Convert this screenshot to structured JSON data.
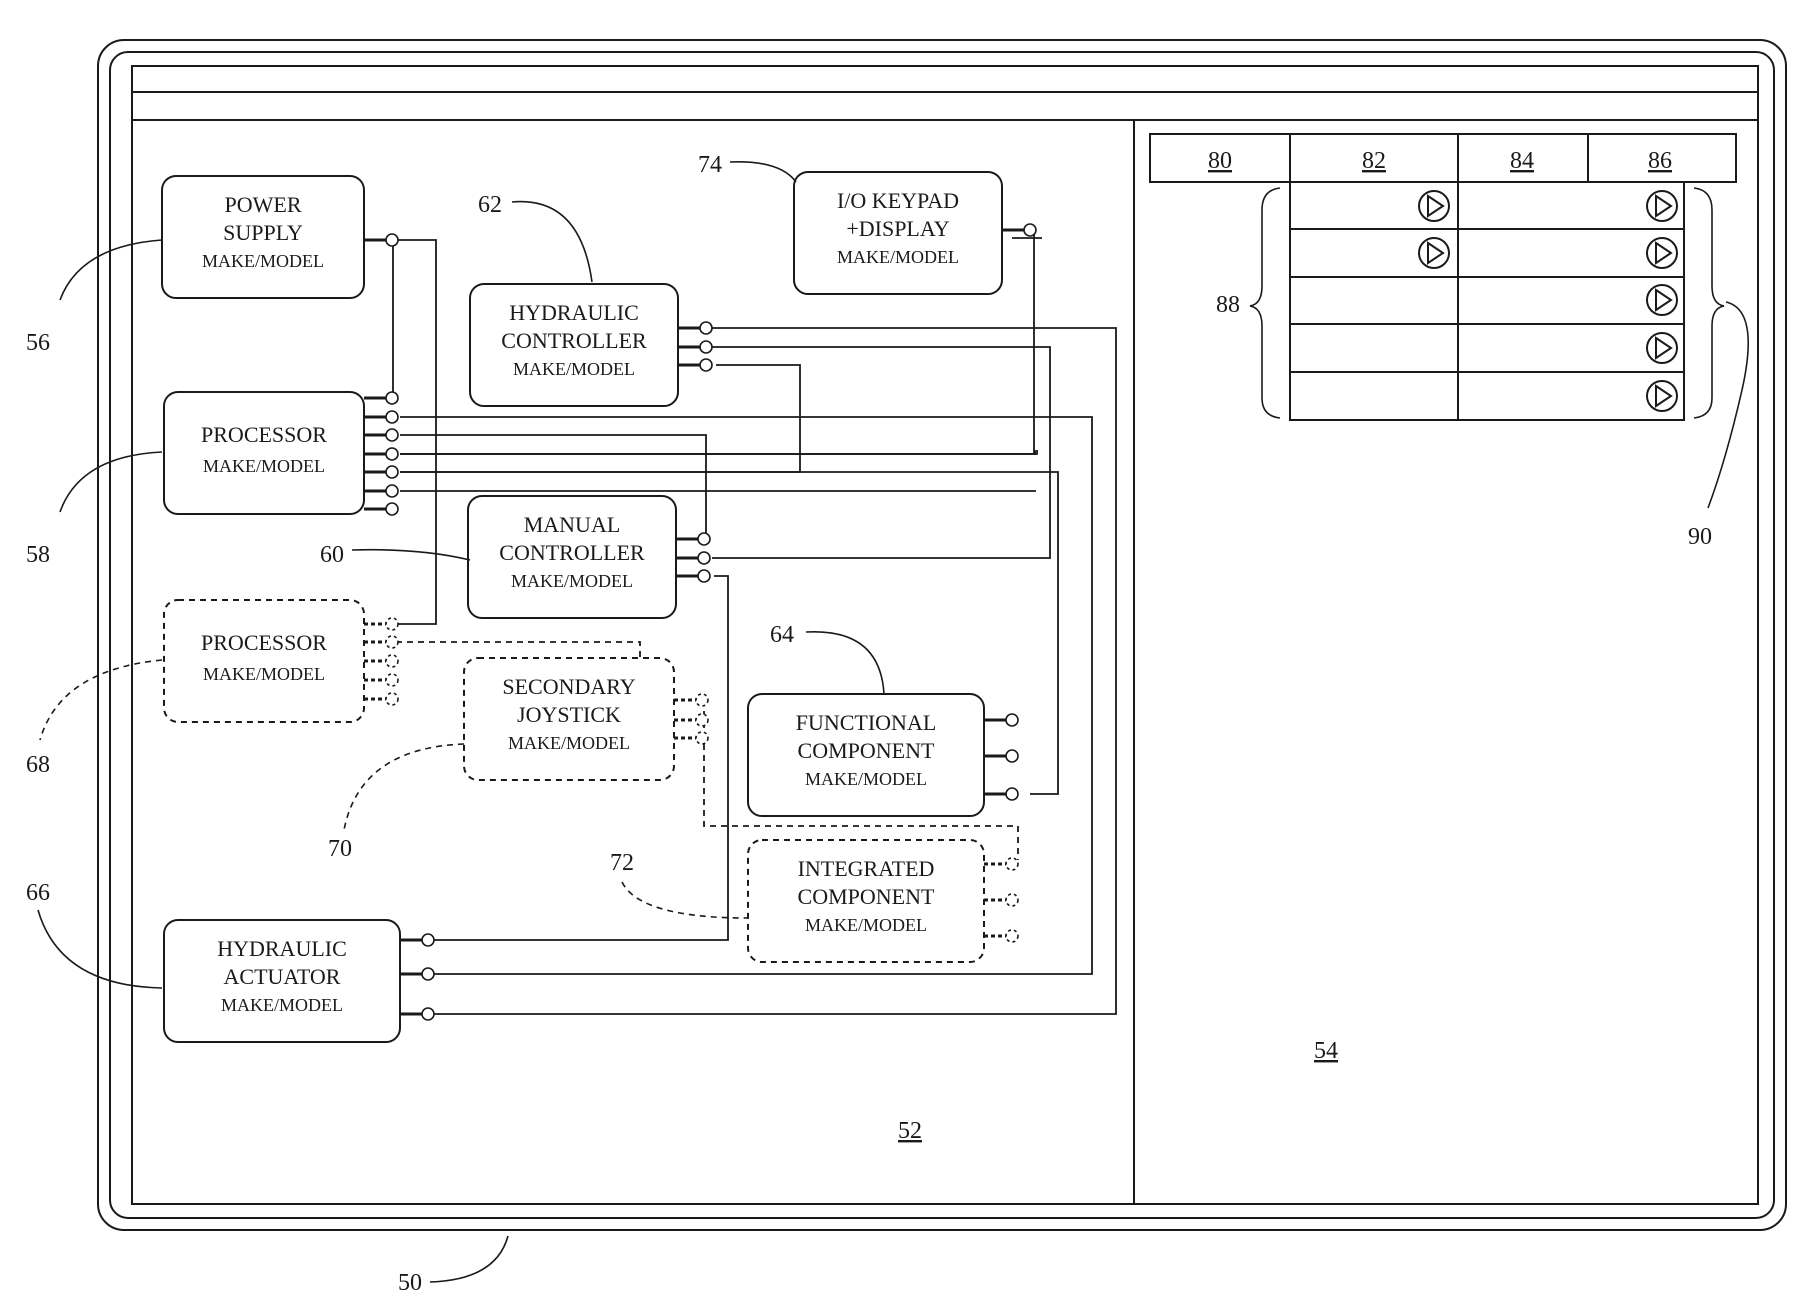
{
  "figure": {
    "device_ref": "50",
    "left_pane_ref": "52",
    "right_pane_ref": "54"
  },
  "components": [
    {
      "id": "power_supply",
      "ref": "56",
      "line1": "POWER",
      "line2": "SUPPLY",
      "model": "MAKE/MODEL",
      "dashed": false
    },
    {
      "id": "processor",
      "ref": "58",
      "line1": "PROCESSOR",
      "line2": "",
      "model": "MAKE/MODEL",
      "dashed": false
    },
    {
      "id": "manual_controller",
      "ref": "60",
      "line1": "MANUAL",
      "line2": "CONTROLLER",
      "model": "MAKE/MODEL",
      "dashed": false
    },
    {
      "id": "hydraulic_controller",
      "ref": "62",
      "line1": "HYDRAULIC",
      "line2": "CONTROLLER",
      "model": "MAKE/MODEL",
      "dashed": false
    },
    {
      "id": "functional_component",
      "ref": "64",
      "line1": "FUNCTIONAL",
      "line2": "COMPONENT",
      "model": "MAKE/MODEL",
      "dashed": false
    },
    {
      "id": "hydraulic_actuator",
      "ref": "66",
      "line1": "HYDRAULIC",
      "line2": "ACTUATOR",
      "model": "MAKE/MODEL",
      "dashed": false
    },
    {
      "id": "processor_2",
      "ref": "68",
      "line1": "PROCESSOR",
      "line2": "",
      "model": "MAKE/MODEL",
      "dashed": true
    },
    {
      "id": "secondary_joystick",
      "ref": "70",
      "line1": "SECONDARY",
      "line2": "JOYSTICK",
      "model": "MAKE/MODEL",
      "dashed": true
    },
    {
      "id": "integrated_component",
      "ref": "72",
      "line1": "INTEGRATED",
      "line2": "COMPONENT",
      "model": "MAKE/MODEL",
      "dashed": true
    },
    {
      "id": "io_keypad",
      "ref": "74",
      "line1": "I/O KEYPAD",
      "line2": "+DISPLAY",
      "model": "MAKE/MODEL",
      "dashed": false
    }
  ],
  "table": {
    "headers": [
      "80",
      "82",
      "84",
      "86"
    ],
    "rows_ref": "88",
    "buttons_ref": "90",
    "rows": [
      {
        "col82_button": true,
        "col86_button": true
      },
      {
        "col82_button": true,
        "col86_button": true
      },
      {
        "col82_button": false,
        "col86_button": true
      },
      {
        "col82_button": false,
        "col86_button": true
      },
      {
        "col82_button": false,
        "col86_button": true
      }
    ],
    "button_icon": "play-circle-icon"
  }
}
